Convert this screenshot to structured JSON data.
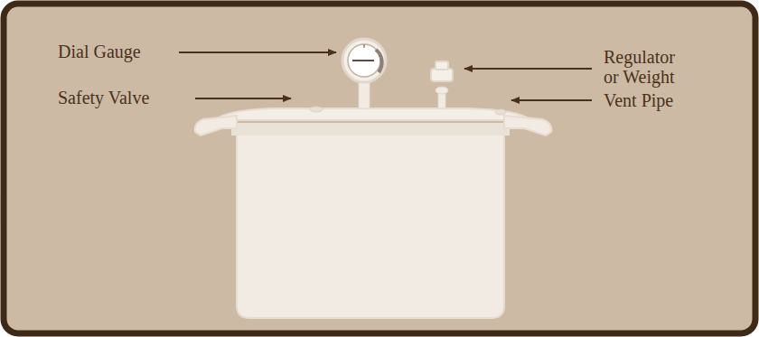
{
  "diagram": {
    "labels": [
      "Dial Gauge",
      "Safety Valve",
      "Regulator or Weight",
      "Vent Pipe"
    ]
  }
}
